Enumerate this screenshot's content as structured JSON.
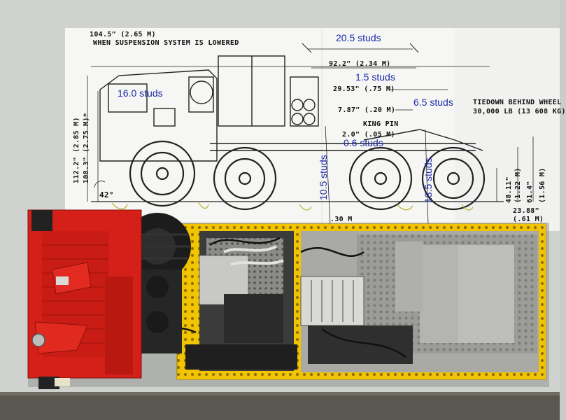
{
  "blueprint": {
    "header_dimension": "104.5\" (2.65 M)",
    "header_note": "WHEN SUSPENSION SYSTEM IS LOWERED",
    "dims": {
      "d922": "92.2\" (2.34 M)",
      "d2953": "29.53\" (.75 M)",
      "d787": "7.87\" (.20 M)",
      "king_pin": "KING PIN",
      "d20": "2.0\" (.05 M)",
      "tiedown_title": "TIEDOWN BEHIND WHEEL",
      "tiedown_value": "30,000 LB (13 608 KG)",
      "d1122": "112.2\" (2.85 M)",
      "d1083": "108.3\" (2.75 M)*",
      "d4811": "48.11\"",
      "d122": "(1.22 M)",
      "d614": "61.4\"",
      "d156": "(1.56 M)",
      "angle": "42°",
      "d2388": "23.88\"",
      "d61": "(.61 M)",
      "d130": ".30 M"
    }
  },
  "annotations": {
    "studs_205": "20.5 studs",
    "studs_15": "1.5 studs",
    "studs_160": "16.0 studs",
    "studs_65": "6.5 studs",
    "studs_06": "0.6 studs",
    "studs_105": "10.5 studs",
    "studs_135": "13.5 studs"
  },
  "colors": {
    "background": "#c9ccc9",
    "paper": "#f6f6f4",
    "cab_red": "#d42018",
    "frame_yellow": "#f2c400",
    "bed_grey": "#a9aaa6",
    "label_blue": "#1a2aa8"
  }
}
